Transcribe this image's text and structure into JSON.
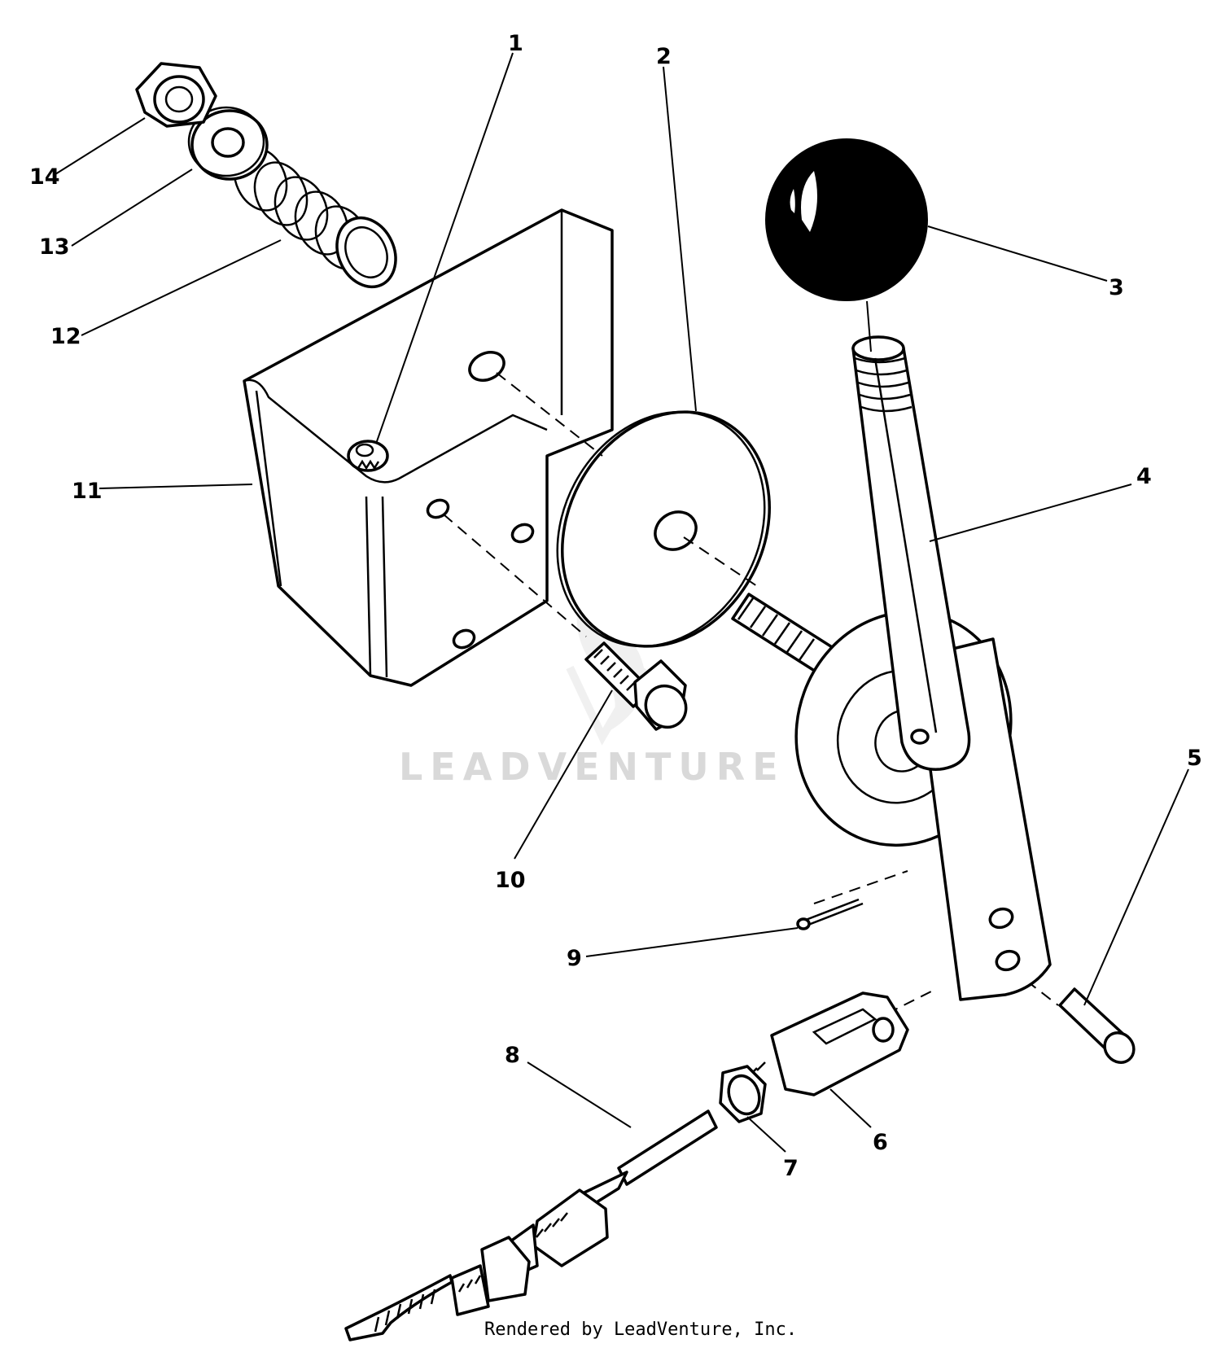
{
  "diagram": {
    "callouts": [
      {
        "id": "1",
        "text": "1"
      },
      {
        "id": "2",
        "text": "2"
      },
      {
        "id": "3",
        "text": "3"
      },
      {
        "id": "4",
        "text": "4"
      },
      {
        "id": "5",
        "text": "5"
      },
      {
        "id": "6",
        "text": "6"
      },
      {
        "id": "7",
        "text": "7"
      },
      {
        "id": "8",
        "text": "8"
      },
      {
        "id": "9",
        "text": "9"
      },
      {
        "id": "10",
        "text": "10"
      },
      {
        "id": "11",
        "text": "11"
      },
      {
        "id": "12",
        "text": "12"
      },
      {
        "id": "13",
        "text": "13"
      },
      {
        "id": "14",
        "text": "14"
      }
    ],
    "watermark": "LEADVENTURE",
    "credit": "Rendered by LeadVenture, Inc."
  }
}
